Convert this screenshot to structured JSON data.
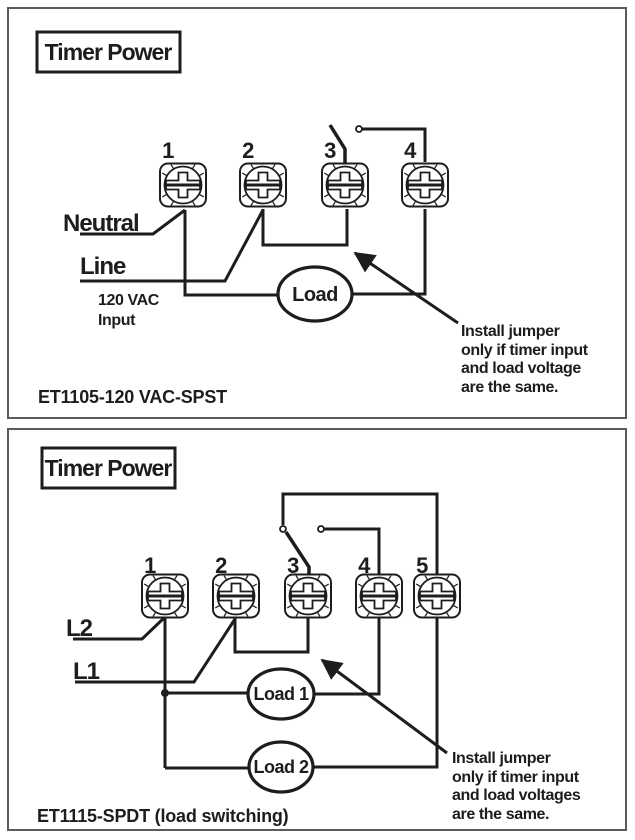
{
  "colors": {
    "ink": "#1d1d1f",
    "panel_border": "#5a5b5e",
    "paper": "#ffffff"
  },
  "panel1": {
    "title_box": "Timer Power",
    "terminals": [
      "1",
      "2",
      "3",
      "4"
    ],
    "neutral_label": "Neutral",
    "line_label": "Line",
    "input_caption": [
      "120 VAC",
      "Input"
    ],
    "load_label": "Load",
    "jumper_note": [
      "Install jumper",
      "only if timer input",
      "and load voltage",
      "are the same."
    ],
    "model_label": "ET1105-120 VAC-SPST"
  },
  "panel2": {
    "title_box": "Timer Power",
    "terminals": [
      "1",
      "2",
      "3",
      "4",
      "5"
    ],
    "l2_label": "L2",
    "l1_label": "L1",
    "load1_label": "Load 1",
    "load2_label": "Load 2",
    "jumper_note": [
      "Install jumper",
      "only if timer input",
      "and load voltages",
      "are the same."
    ],
    "model_label": "ET1115-SPDT (load switching)"
  }
}
